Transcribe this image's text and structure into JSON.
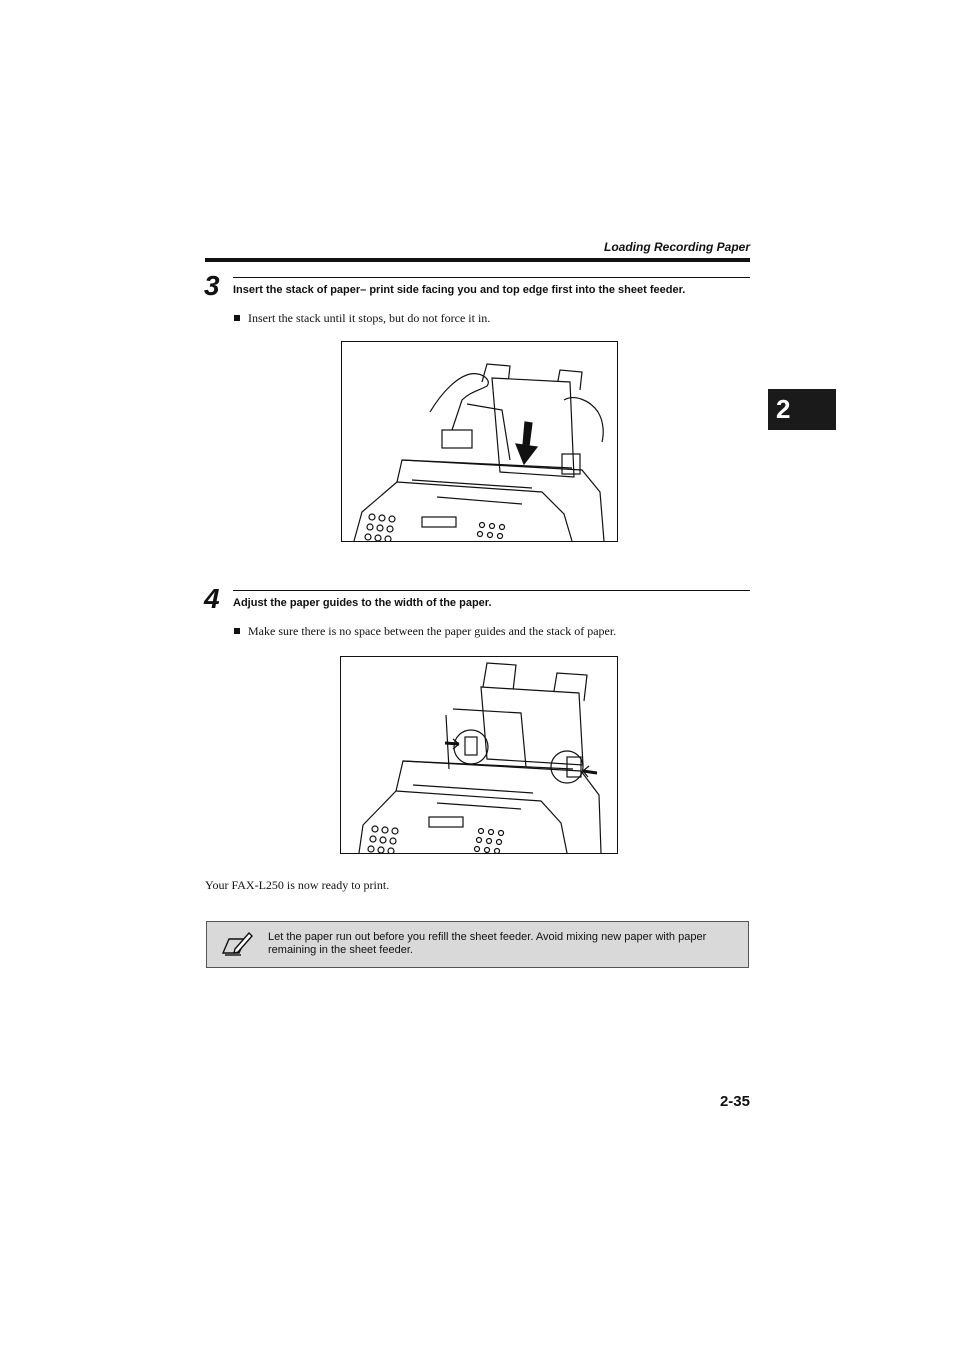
{
  "header": {
    "title": "Loading Recording Paper"
  },
  "chapter_tab": {
    "label": "2"
  },
  "steps": [
    {
      "number": "3",
      "instruction": "Insert the stack of paper– print side facing you and top edge first into the sheet feeder.",
      "bullet": "Insert the stack until it stops, but do not force it in."
    },
    {
      "number": "4",
      "instruction": "Adjust the paper guides to the width of the paper.",
      "bullet": "Make sure there is no space between the paper guides and the stack of paper."
    }
  ],
  "body": {
    "ready_text": "Your FAX-L250 is now ready to print."
  },
  "note": {
    "icon": "note-pencil-icon",
    "text": "Let the paper run out before you refill the sheet feeder. Avoid mixing new paper with paper remaining in the sheet feeder."
  },
  "footer": {
    "page_number": "2-35"
  },
  "figures": [
    {
      "name": "figure-insert-paper",
      "icon": "fax-machine-illustration"
    },
    {
      "name": "figure-adjust-guides",
      "icon": "fax-machine-illustration"
    }
  ]
}
